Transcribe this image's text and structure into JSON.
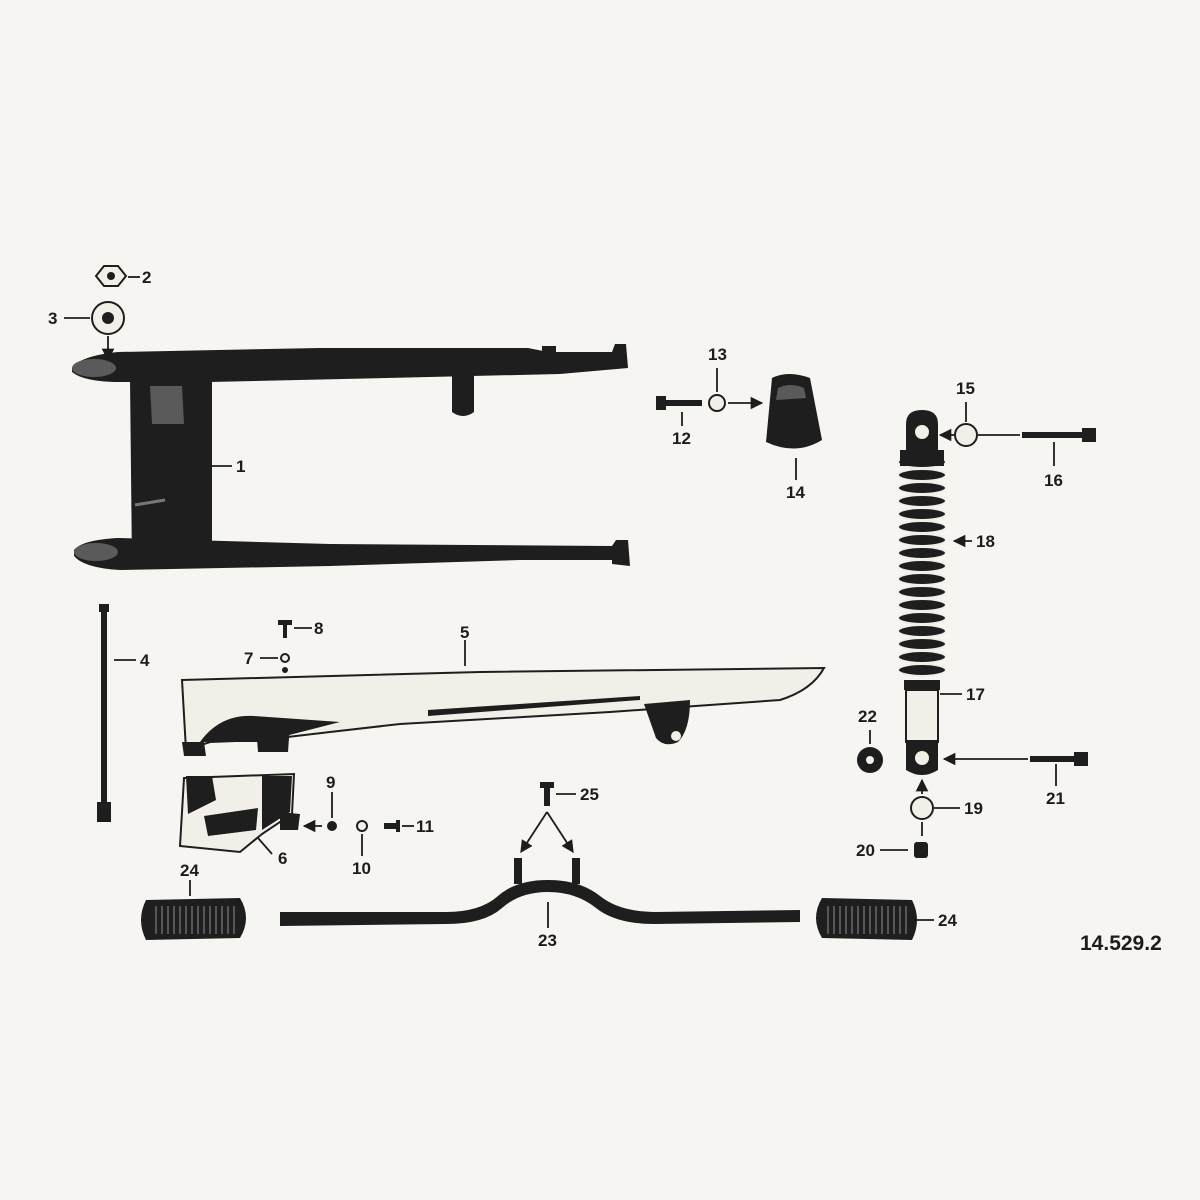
{
  "figure": {
    "reference": "14.529.2"
  },
  "callouts": {
    "c1": "1",
    "c2": "2",
    "c3": "3",
    "c4": "4",
    "c5": "5",
    "c6": "6",
    "c7": "7",
    "c8": "8",
    "c9": "9",
    "c10": "10",
    "c11": "11",
    "c12": "12",
    "c13": "13",
    "c14": "14",
    "c15": "15",
    "c16": "16",
    "c17": "17",
    "c18": "18",
    "c19": "19",
    "c20": "20",
    "c21": "21",
    "c22": "22",
    "c23": "23",
    "c24a": "24",
    "c24b": "24",
    "c25": "25"
  },
  "colors": {
    "ink": "#1c1c1c",
    "paper": "#f7f5f1"
  }
}
